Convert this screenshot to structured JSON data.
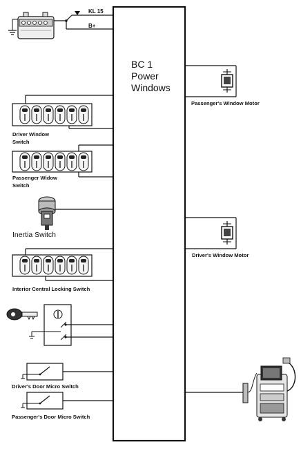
{
  "module": {
    "title_line1": "BC 1",
    "title_line2": "Power",
    "title_line3": "Windows"
  },
  "supply": {
    "kl15_label": "KL 15",
    "bplus_label": "B+"
  },
  "components": {
    "passenger_window_motor": "Passenger's Window Motor",
    "driver_window_motor": "Driver's Window Motor",
    "driver_window_switch_line1": "Driver Window",
    "driver_window_switch_line2": "Switch",
    "passenger_window_switch_line1": "Passenger Widow",
    "passenger_window_switch_line2": "Switch",
    "inertia_switch": "Inertia Switch",
    "interior_central_locking_switch": "Interior Central Locking Switch",
    "drivers_door_micro_switch": "Driver's Door  Micro Switch",
    "passengers_door_micro_switch": "Passenger's Door Micro Switch"
  },
  "colors": {
    "line": "#111111",
    "fill_gray": "#d9d9d9",
    "fill_dark": "#444444",
    "background": "#ffffff"
  }
}
